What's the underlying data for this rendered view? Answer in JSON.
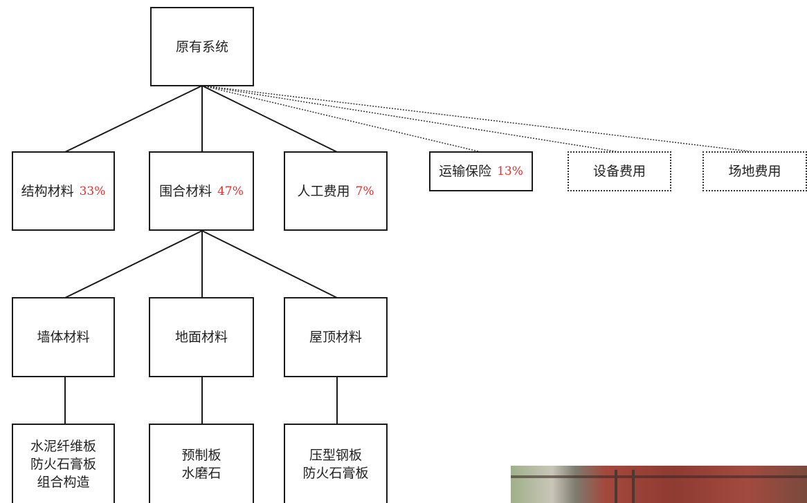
{
  "diagram": {
    "root": {
      "label": "原有系统"
    },
    "level1": [
      {
        "label": "结构材料",
        "percent": "33%"
      },
      {
        "label": "围合材料",
        "percent": "47%"
      },
      {
        "label": "人工费用",
        "percent": "7%"
      },
      {
        "label": "运输保险",
        "percent": "13%"
      },
      {
        "label": "设备费用"
      },
      {
        "label": "场地费用"
      }
    ],
    "level2": [
      {
        "label": "墙体材料"
      },
      {
        "label": "地面材料"
      },
      {
        "label": "屋顶材料"
      }
    ],
    "level3": [
      {
        "lines": [
          "水泥纤维板",
          "防火石膏板",
          "组合构造"
        ]
      },
      {
        "lines": [
          "预制板",
          "水磨石"
        ]
      },
      {
        "lines": [
          "压型钢板",
          "防火石膏板"
        ]
      }
    ]
  },
  "colors": {
    "percent_text": "#e0312f",
    "border": "#1a1a1a"
  }
}
